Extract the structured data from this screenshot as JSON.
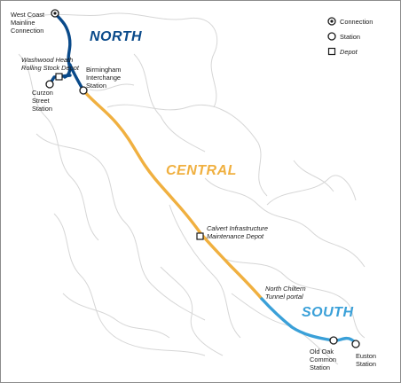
{
  "regions": {
    "north": "NORTH",
    "central": "CENTRAL",
    "south": "SOUTH"
  },
  "colors": {
    "north": "#0a4a8a",
    "central": "#f0b040",
    "south": "#3aa0d8",
    "boundary": "#d6d6d6"
  },
  "legend": {
    "connection": "Connection",
    "station": "Station",
    "depot": "Depot"
  },
  "places": {
    "west_coast": [
      "West Coast",
      "Mainline",
      "Connection"
    ],
    "washwood": [
      "Washwood Heath",
      "Rolling Stock Depot"
    ],
    "curzon": [
      "Curzon",
      "Street",
      "Station"
    ],
    "birmingham": [
      "Birmingham",
      "Interchange",
      "Station"
    ],
    "calvert": [
      "Calvert Infrastructure",
      "Maintenance Depot"
    ],
    "chiltern": [
      "North Chiltern",
      "Tunnel portal"
    ],
    "old_oak": [
      "Old Oak",
      "Common",
      "Station"
    ],
    "euston": [
      "Euston",
      "Station"
    ]
  }
}
